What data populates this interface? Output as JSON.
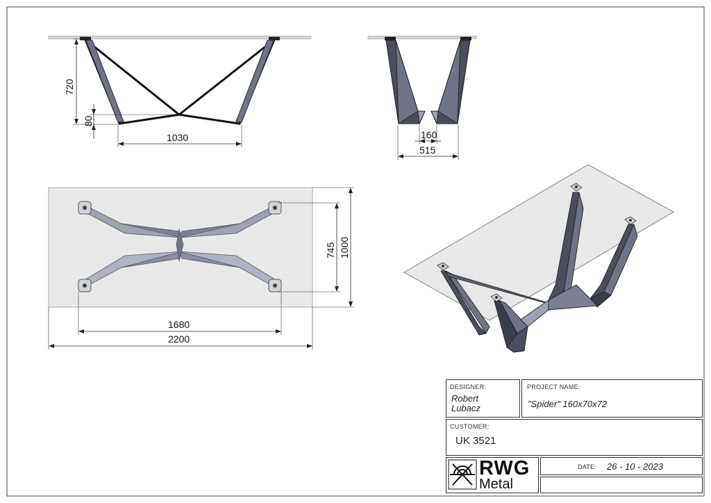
{
  "dimensions": {
    "front_height": "720",
    "front_foot_height": "80",
    "front_leg_span": "1030",
    "side_inner": "160",
    "side_outer": "515",
    "top_inner_width": "745",
    "top_outer_width": "1000",
    "top_inner_length": "1680",
    "top_outer_length": "2200"
  },
  "title_block": {
    "designer_label": "DESIGNER:",
    "designer_line1": "Robert",
    "designer_line2": "Lubacz",
    "project_label": "PROJECT NAME:",
    "project_name": "\"Spider\" 160x70x72",
    "customer_label": "CUSTOMER:",
    "customer_value": "UK 3521",
    "date_label": "DATE:",
    "date_value": "26 - 10 - 2023",
    "logo_line1": "RWG",
    "logo_line2": "Metal"
  },
  "colors": {
    "steel_dark": "#3a3d4a",
    "steel_mid": "#6f7385",
    "steel_light": "#b9bccb",
    "glass": "#e6e6e6",
    "line": "#333333"
  }
}
